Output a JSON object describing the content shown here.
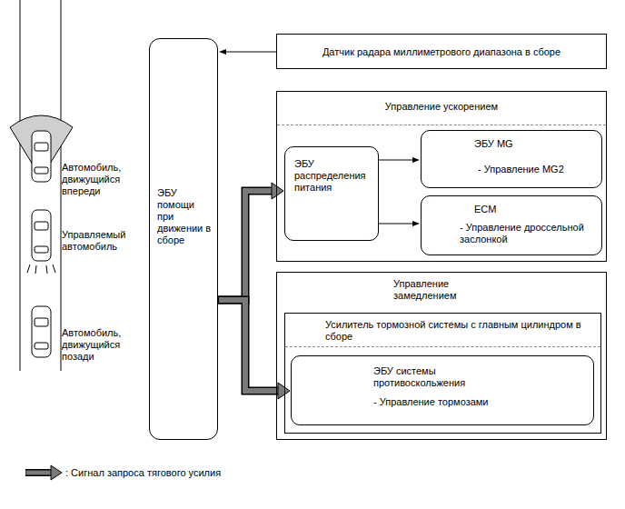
{
  "diagram": {
    "nodes": [
      {
        "text": [
          "Датчик радара миллиметрового диапазона в сборе"
        ]
      },
      {
        "text": [
          "ЭБУ помощи при движении в сборе"
        ]
      },
      {
        "text": [
          "Управление ускорением"
        ]
      },
      {
        "text": [
          "ЭБУ распределения питания"
        ],
        "in": 2
      },
      {
        "text": [
          "ЭБУ MG",
          "- Управление MG2"
        ],
        "in": 2
      },
      {
        "text": [
          "ECM",
          "- Управление дроссельной заслонкой"
        ],
        "in": 2
      },
      {
        "text": [
          "Управление замедлением"
        ]
      },
      {
        "text": [
          "Усилитель тормозной системы с главным цилиндром в сборе"
        ],
        "in": 6
      },
      {
        "text": [
          "ЭБУ системы противоскольжения",
          "- Управление тормозами"
        ],
        "in": 7
      }
    ],
    "edges": [
      {
        "from": 0,
        "to": 1,
        "arrow": "to"
      },
      {
        "from": 1,
        "to": 3,
        "arrow": "to"
      },
      {
        "from": 1,
        "to": 8,
        "arrow": "to"
      },
      {
        "from": 3,
        "to": 4,
        "arrow": "to"
      },
      {
        "from": 3,
        "to": 5,
        "arrow": "to"
      }
    ],
    "labels": [
      "Автомобиль, движущийся впереди",
      "Управляемый автомобиль",
      "Автомобиль, движущийся позади"
    ],
    "legend": [
      {
        "text": ": Сигнал запроса тягового усилия"
      }
    ]
  }
}
